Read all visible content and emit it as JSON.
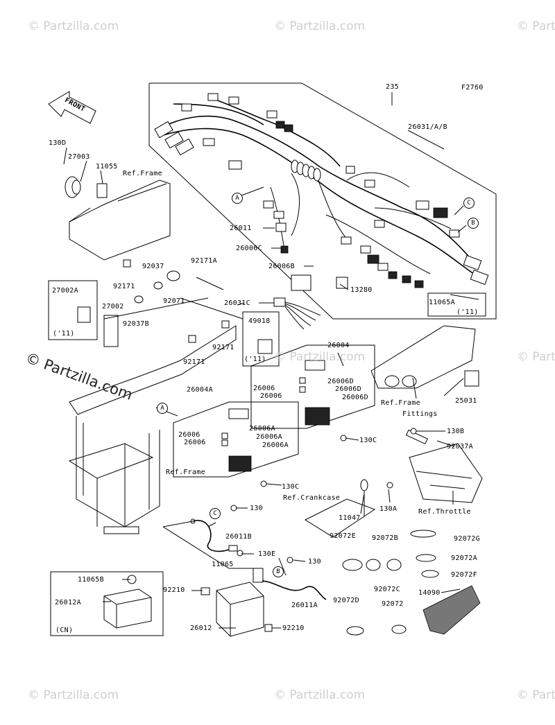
{
  "figure_code": "F2760",
  "front_label": "FRONT",
  "watermark": {
    "small": "© Partzilla.com",
    "big": "© Partzilla.com"
  },
  "parts": {
    "p235": "235",
    "p26031ab": "26031/A/B",
    "p130d": "130D",
    "p27003": "27003",
    "p11055": "11055",
    "ref_frame_top": "Ref.Frame",
    "p92171a": "92171A",
    "p92037": "92037",
    "p92171_a": "92171",
    "p92071": "92071",
    "p27002a": "27002A",
    "p27002": "27002",
    "p92037b": "92037B",
    "p11_a": "('11)",
    "p26011": "26011",
    "p26006c": "26006C",
    "p26006b": "26006B",
    "p13280": "13280",
    "p11065a": "11065A",
    "p11_b": "('11)",
    "p26031c": "26031C",
    "p49018": "49018",
    "p11_c": "('11)",
    "p92171_b": "92171",
    "p92171_c": "92171",
    "p26004": "26004",
    "p26006_1": "26006",
    "p26006d_1": "26006D",
    "p26006_2": "26006",
    "p26006d_2": "26006D",
    "p26006d_3": "26006D",
    "p130c_1": "130C",
    "p26004a": "26004A",
    "p26006_3": "26006",
    "p26006a_1": "26006A",
    "p26006_4": "26006",
    "p26006a_2": "26006A",
    "p26006a_3": "26006A",
    "ref_frame_mid": "Ref.Frame",
    "p130c_2": "130C",
    "ref_frame_fittings_1": "Ref.Frame",
    "ref_frame_fittings_2": "Fittings",
    "p25031": "25031",
    "p130b": "130B",
    "p92037a": "92037A",
    "ref_crankcase": "Ref.Crankcase",
    "p130a": "130A",
    "p11047": "11047",
    "ref_throttle": "Ref.Throttle",
    "p130_1": "130",
    "p26011b": "26011B",
    "p130e": "130E",
    "p11065": "11065",
    "p130_2": "130",
    "p92072e": "92072E",
    "p92072b": "92072B",
    "p92072g": "92072G",
    "p92072a": "92072A",
    "p92072f": "92072F",
    "p92072c": "92072C",
    "p11065b": "11065B",
    "p26012a": "26012A",
    "cn": "(CN)",
    "p92210_1": "92210",
    "p26011a": "26011A",
    "p92072d": "92072D",
    "p92072": "92072",
    "p14090": "14090",
    "p26012": "26012",
    "p92210_2": "92210"
  },
  "callouts": {
    "a1": "A",
    "a2": "A",
    "b1": "B",
    "b2": "B",
    "c1": "C",
    "c2": "C"
  }
}
